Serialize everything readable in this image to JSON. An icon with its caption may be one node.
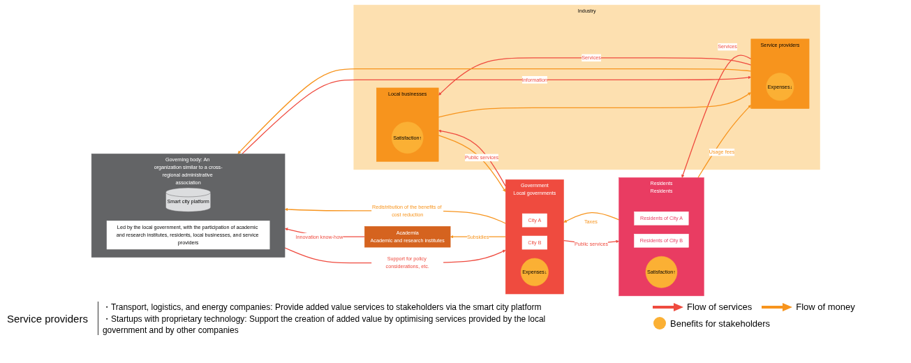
{
  "diagram": {
    "nodes": [
      {
        "text": [
          "Governing body: An organization similar to a cross-regional administrative association"
        ]
      },
      {
        "text": [
          "Smart city platform"
        ],
        "in": 0
      },
      {
        "text": [
          "Led by the local government, with the participation of academic and research institutes, residents, local businesses, and service providers"
        ],
        "in": 0
      },
      {
        "text": [
          "Academia",
          "Academic and research institutes"
        ]
      },
      {
        "text": [
          "Government",
          "Local governments"
        ]
      },
      {
        "text": [
          "City A"
        ],
        "in": 4
      },
      {
        "text": [
          "City B"
        ],
        "in": 4
      },
      {
        "text": [
          "Expenses↓"
        ],
        "in": 4
      },
      {
        "text": [
          "Residents",
          "Residents"
        ]
      },
      {
        "text": [
          "Residents of City A"
        ],
        "in": 8
      },
      {
        "text": [
          "Residents of City B"
        ],
        "in": 8
      },
      {
        "text": [
          "Satisfaction↑"
        ],
        "in": 8
      },
      {
        "text": [
          "Industry"
        ]
      },
      {
        "text": [
          "Local businesses"
        ],
        "in": 12
      },
      {
        "text": [
          "Satisfaction↑"
        ],
        "in": 13
      },
      {
        "text": [
          "Service providers"
        ],
        "in": 12
      },
      {
        "text": [
          "Expenses↓"
        ],
        "in": 15
      }
    ],
    "edges": [
      {
        "from": 3,
        "to": 0,
        "arrow": "to",
        "label": "Innovation know-how"
      },
      {
        "from": 0,
        "to": 4,
        "arrow": "to",
        "label": "Support for policy considerations, etc."
      },
      {
        "from": 4,
        "to": 0,
        "arrow": "to",
        "label": "Redistribution of the benefits of cost reduction",
        "color": "#f7941d"
      },
      {
        "from": 4,
        "to": 3,
        "arrow": "to",
        "label": "Subsidies",
        "color": "#f7941d"
      },
      {
        "from": 8,
        "to": 4,
        "arrow": "to",
        "label": "Taxes",
        "color": "#f7941d"
      },
      {
        "from": 4,
        "to": 8,
        "arrow": "to",
        "label": "Public services"
      },
      {
        "from": 13,
        "to": 4,
        "arrow": "to",
        "color": "#f7941d"
      },
      {
        "from": 4,
        "to": 13,
        "arrow": "to",
        "label": "Public services"
      },
      {
        "from": 8,
        "to": 15,
        "arrow": "to",
        "label": "Usage fees",
        "color": "#f7941d"
      },
      {
        "from": 15,
        "to": 8,
        "arrow": "to",
        "label": "Services"
      },
      {
        "from": 13,
        "to": 15,
        "arrow": "to",
        "color": "#f7941d"
      },
      {
        "from": 15,
        "to": 13,
        "arrow": "to",
        "label": "Services"
      },
      {
        "from": 0,
        "to": 15,
        "arrow": "to",
        "label": "Information"
      },
      {
        "from": 15,
        "to": 0,
        "arrow": "to",
        "color": "#f7941d"
      }
    ],
    "labels": [
      "Service providers",
      "・Transport, logistics, and energy companies: Provide added value services to stakeholders via the smart city platform",
      "・Startups with proprietary technology: Support the creation of added value by optimising services provided by the local government and by other companies"
    ],
    "legend": [
      {
        "text": "Flow of services"
      },
      {
        "text": "Flow of money"
      },
      {
        "text": "Benefits for stakeholders"
      }
    ]
  }
}
